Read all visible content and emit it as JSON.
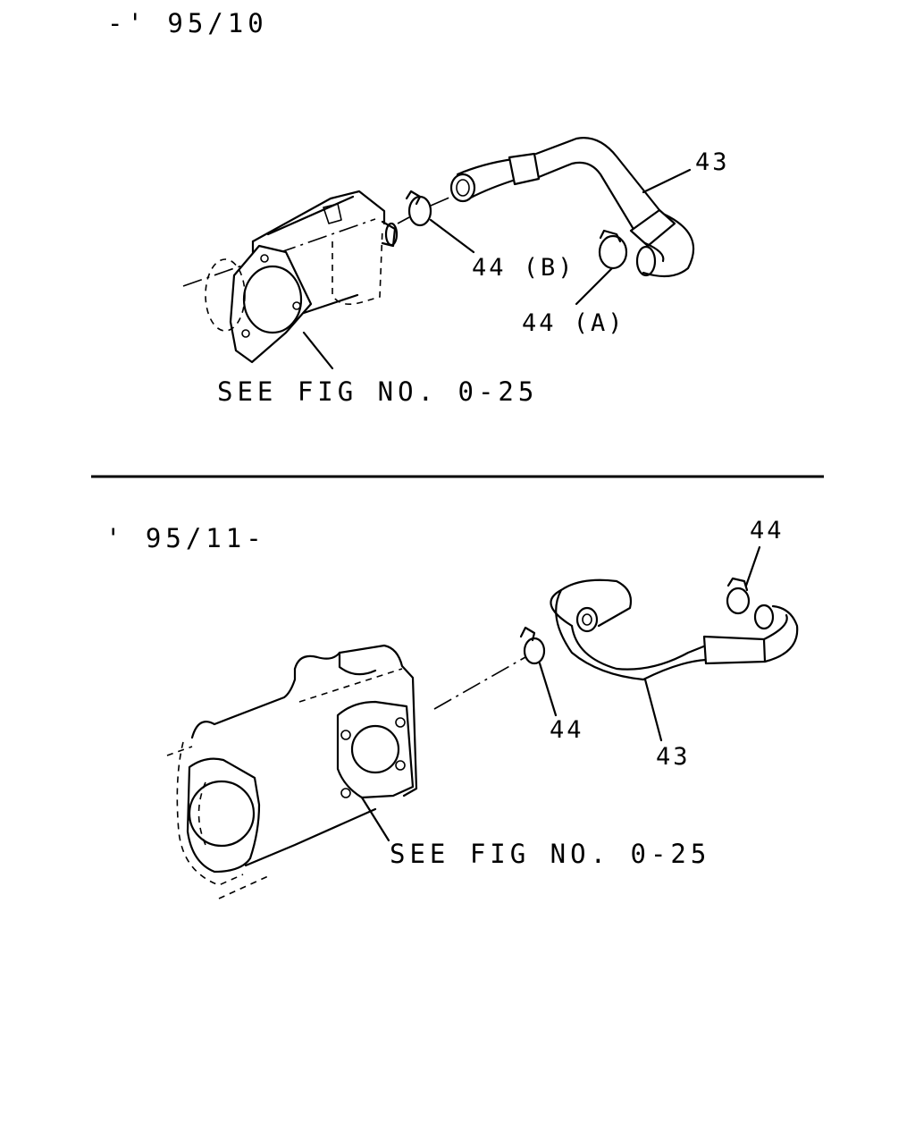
{
  "sections": [
    {
      "period_label": "-' 95/10",
      "see_fig_label": "SEE FIG NO. 0-25",
      "callouts": {
        "hose": "43",
        "clamp_a": "44 (A)",
        "clamp_b": "44 (B)"
      }
    },
    {
      "period_label": "' 95/11-",
      "see_fig_label": "SEE FIG NO. 0-25",
      "callouts": {
        "hose": "43",
        "clamp_left": "44",
        "clamp_right": "44"
      }
    }
  ]
}
